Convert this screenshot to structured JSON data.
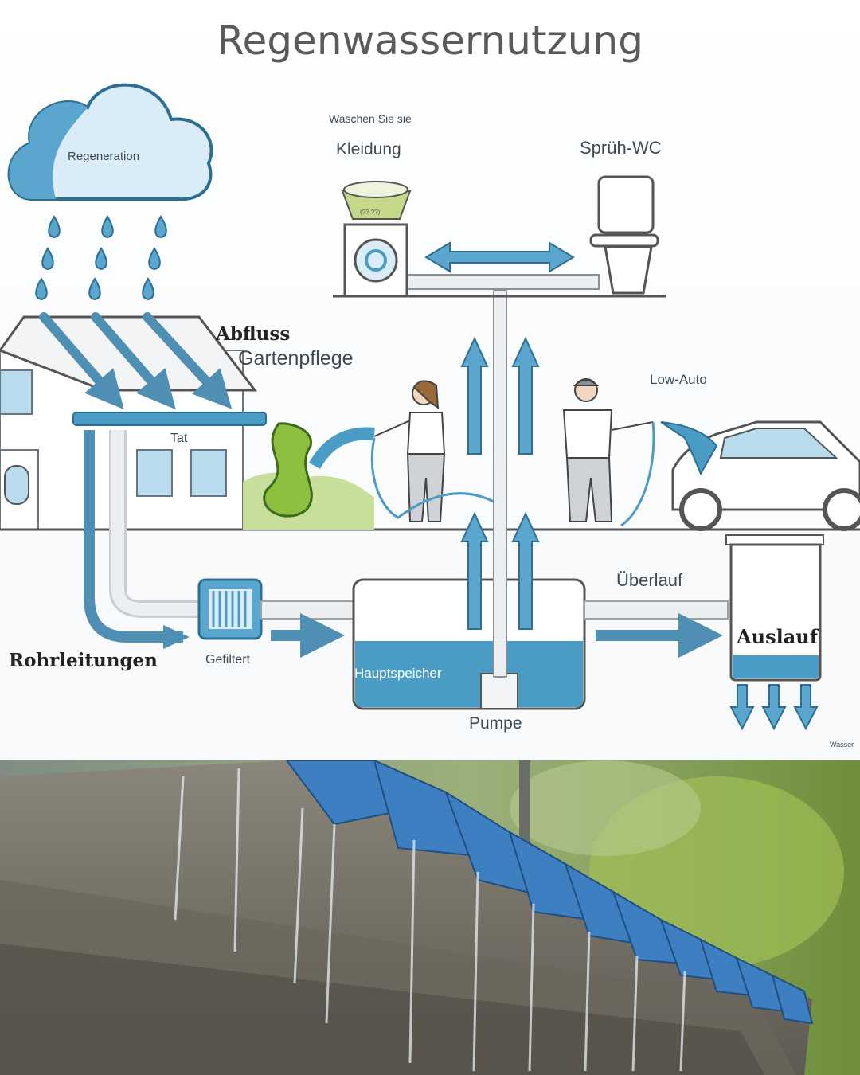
{
  "title": "Regenwassernutzung",
  "labels": {
    "cloud": "Regeneration",
    "wash_note": "Waschen Sie sie",
    "clothes": "Kleidung",
    "toilet": "Sprüh-WC",
    "runoff": "Abfluss",
    "garden": "Gartenpflege",
    "car": "Low-Auto",
    "act": "Tat",
    "pipes": "Rohrleitungen",
    "filtered": "Gefiltert",
    "main_storage": "Hauptspeicher",
    "overflow": "Überlauf",
    "outlet": "Auslauf",
    "pump": "Pumpe",
    "water": "Wasser",
    "basket_text": "(?? ??)"
  },
  "colors": {
    "water_blue": "#4a9cc4",
    "arrow_blue": "#4f8fb3",
    "dark_blue": "#2d6f93",
    "pipe_grey": "#e6e8ea",
    "foliage_green": "#8fbf3f"
  }
}
